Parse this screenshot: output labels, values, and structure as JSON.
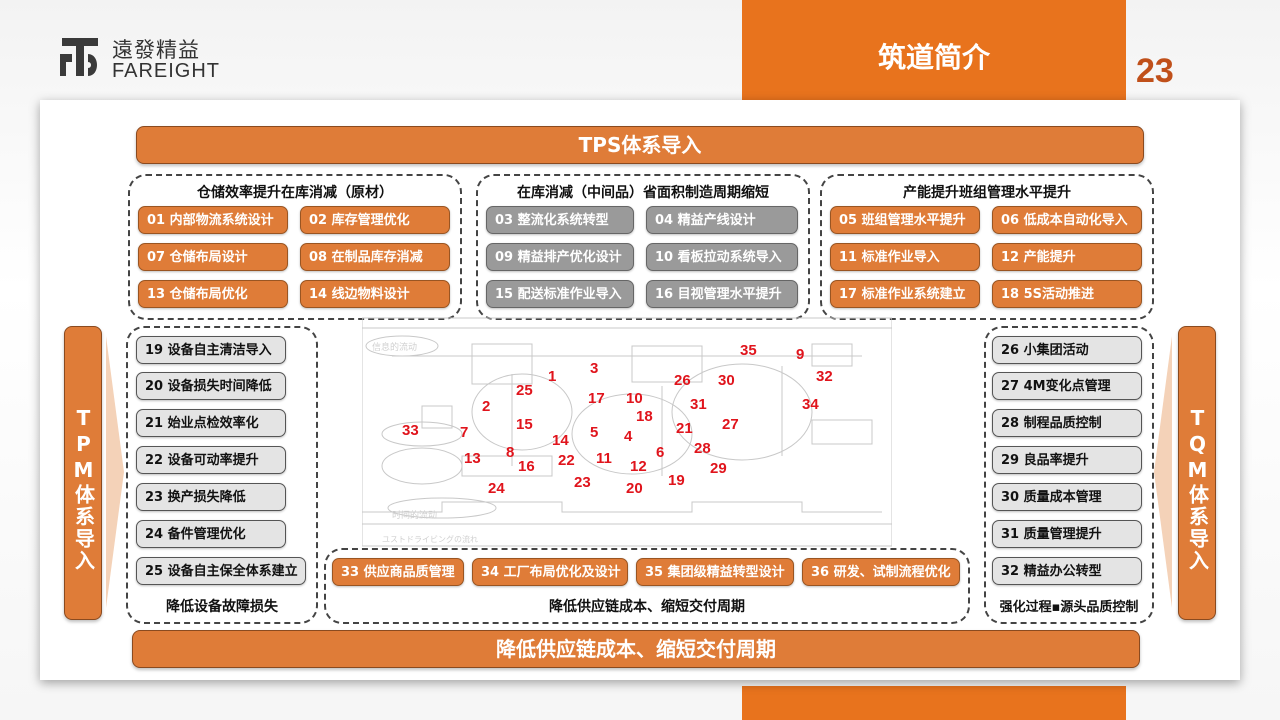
{
  "brand": {
    "name_cn": "遠發精益",
    "name_en": "FAREIGHT",
    "icon": "fareight-logo-icon"
  },
  "header": {
    "title": "筑道简介",
    "page_number": "23"
  },
  "colors": {
    "accent": "#e8731d",
    "bar": "#df7c38",
    "gray": "#9a9a9a",
    "light": "#e4e4e4",
    "marker": "#e0141c"
  },
  "top_bar": "TPS体系导入",
  "bottom_bar": "降低供应链成本、缩短交付周期",
  "left_vertical": "TPM体系导入",
  "right_vertical": "TQM体系导入",
  "groups": {
    "warehouse": {
      "title": "仓储效率提升在库消减（原材）",
      "items": [
        "01 内部物流系统设计",
        "02 库存管理优化",
        "07 仓储布局设计",
        "08 在制品库存消减",
        "13 仓储布局优化",
        "14 线边物料设计"
      ]
    },
    "wip": {
      "title": "在库消减（中间品）省面积制造周期缩短",
      "items": [
        "03 整流化系统转型",
        "04 精益产线设计",
        "09 精益排产优化设计",
        "10 看板拉动系统导入",
        "15 配送标准作业导入",
        "16 目视管理水平提升"
      ]
    },
    "capacity": {
      "title": "产能提升班组管理水平提升",
      "items": [
        "05 班组管理水平提升",
        "06 低成本自动化导入",
        "11 标准作业导入",
        "12 产能提升",
        "17 标准作业系统建立",
        "18 5S活动推进"
      ]
    },
    "tpm": {
      "title": "降低设备故障损失",
      "items": [
        "19 设备自主清洁导入",
        "20 设备损失时间降低",
        "21 始业点检效率化",
        "22 设备可动率提升",
        "23 换产损失降低",
        "24 备件管理优化",
        "25 设备自主保全体系建立"
      ]
    },
    "supply": {
      "title": "降低供应链成本、缩短交付周期",
      "items": [
        "33 供应商品质管理",
        "34 工厂布局优化及设计",
        "35 集团级精益转型设计",
        "36 研发、试制流程优化"
      ]
    },
    "tqm": {
      "title": "强化过程▪源头品质控制",
      "items": [
        "26 小集团活动",
        "27 4M变化点管理",
        "28 制程品质控制",
        "29 良品率提升",
        "30 质量成本管理",
        "31 质量管理提升",
        "32 精益办公转型"
      ]
    }
  },
  "diagram": {
    "labels": [
      "信息的流动",
      "时间的流动",
      "ユストドライビングの流れ"
    ],
    "markers": [
      "1",
      "2",
      "3",
      "4",
      "5",
      "6",
      "7",
      "8",
      "9",
      "10",
      "11",
      "12",
      "13",
      "14",
      "15",
      "16",
      "17",
      "18",
      "19",
      "20",
      "21",
      "22",
      "23",
      "24",
      "25",
      "26",
      "27",
      "28",
      "29",
      "30",
      "31",
      "32",
      "33",
      "34",
      "35"
    ]
  }
}
